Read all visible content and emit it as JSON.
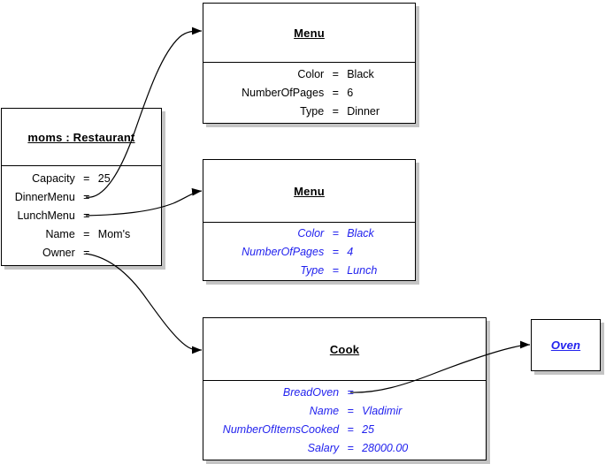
{
  "diagram": {
    "type": "uml-object-diagram",
    "background_color": "#ffffff",
    "line_color": "#000000",
    "accent_blue": "#2222ee",
    "shadow_color": "#c4c4c4"
  },
  "boxes": [
    {
      "id": "moms-restaurant",
      "title": "moms : Restaurant",
      "rows": [
        {
          "name": "Capacity",
          "eq": "=",
          "value": "25"
        },
        {
          "name": "DinnerMenu",
          "eq": "=",
          "value": ""
        },
        {
          "name": "LunchMenu",
          "eq": "=",
          "value": ""
        },
        {
          "name": "Name",
          "eq": "=",
          "value": "Mom's"
        },
        {
          "name": "Owner",
          "eq": "=",
          "value": ""
        }
      ]
    },
    {
      "id": "menu-dinner",
      "title": "Menu",
      "rows": [
        {
          "name": "Color",
          "eq": "=",
          "value": "Black"
        },
        {
          "name": "NumberOfPages",
          "eq": "=",
          "value": "6"
        },
        {
          "name": "Type",
          "eq": "=",
          "value": "Dinner"
        }
      ]
    },
    {
      "id": "menu-lunch",
      "title": "Menu",
      "rows": [
        {
          "name": "Color",
          "eq": "=",
          "value": "Black"
        },
        {
          "name": "NumberOfPages",
          "eq": "=",
          "value": "4"
        },
        {
          "name": "Type",
          "eq": "=",
          "value": "Lunch"
        }
      ]
    },
    {
      "id": "cook",
      "title": "Cook",
      "rows": [
        {
          "name": "BreadOven",
          "eq": "=",
          "value": ""
        },
        {
          "name": "Name",
          "eq": "=",
          "value": "Vladimir"
        },
        {
          "name": "NumberOfItemsCooked",
          "eq": "=",
          "value": "25"
        },
        {
          "name": "Salary",
          "eq": "=",
          "value": "28000.00"
        }
      ]
    },
    {
      "id": "oven",
      "title": "Oven",
      "rows": []
    }
  ],
  "links": [
    {
      "from": "moms.DinnerMenu",
      "to": "Menu (Dinner)"
    },
    {
      "from": "moms.LunchMenu",
      "to": "Menu (Lunch)"
    },
    {
      "from": "moms.Owner",
      "to": "Cook"
    },
    {
      "from": "Cook.BreadOven",
      "to": "Oven"
    }
  ]
}
